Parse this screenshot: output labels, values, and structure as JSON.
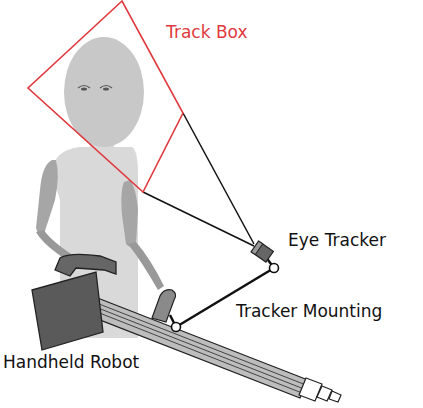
{
  "diagram": {
    "labels": [
      "Track Box",
      "Eye Tracker",
      "Tracker Mounting",
      "Handheld Robot"
    ]
  }
}
